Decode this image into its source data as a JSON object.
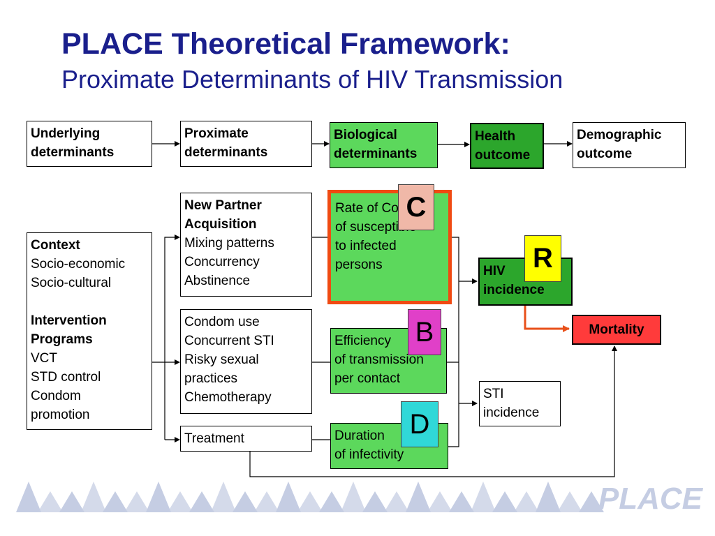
{
  "header": {
    "title": "PLACE Theoretical Framework:",
    "subtitle": "Proximate Determinants of HIV Transmission"
  },
  "top_row": {
    "underlying": "Underlying determinants",
    "proximate": "Proximate determinants",
    "biological": "Biological determinants",
    "health": "Health outcome",
    "demographic": "Demographic outcome"
  },
  "context_box": {
    "heading1": "Context",
    "line1": "Socio-economic",
    "line2": "Socio-cultural",
    "heading2a": "Intervention",
    "heading2b": "Programs",
    "line3": "VCT",
    "line4": "STD control",
    "line5": "Condom",
    "line6": "promotion"
  },
  "partner_box": {
    "heading1": "New Partner",
    "heading2": "Acquisition",
    "line1": "Mixing patterns",
    "line2": "Concurrency",
    "line3": "Abstinence"
  },
  "condom_box": {
    "line1": "Condom use",
    "line2": "Concurrent STI",
    "line3": "Risky sexual",
    "line4": "practices",
    "line5": "Chemotherapy"
  },
  "treatment_box": {
    "label": "Treatment"
  },
  "contact_box": {
    "line1": "Rate of Contact",
    "line2": "of  susceptible",
    "line3": "to infected",
    "line4": "persons"
  },
  "efficiency_box": {
    "line1": "Efficiency",
    "line2": "of transmission",
    "line3": "per contact"
  },
  "duration_box": {
    "line1": "Duration",
    "line2": "of infectivity"
  },
  "hiv_box": {
    "line1": "HIV",
    "line2": "incidence"
  },
  "sti_box": {
    "line1": "STI",
    "line2": "incidence"
  },
  "mortality_box": {
    "label": "Mortality"
  },
  "badges": {
    "c": "C",
    "r": "R",
    "b": "B",
    "d": "D"
  },
  "footer": {
    "logo_text": "PLACE"
  },
  "colors": {
    "title": "#1a1f8c",
    "green": "#5cd85c",
    "dark_green": "#2ca62c",
    "mortality": "#ff3b3b",
    "highlight_border": "#f04a12",
    "badge_c": "#f0b8a8",
    "badge_r": "#ffff00",
    "badge_b": "#e040c8",
    "badge_d": "#30d8d8",
    "connector_red": "#e8501a"
  }
}
